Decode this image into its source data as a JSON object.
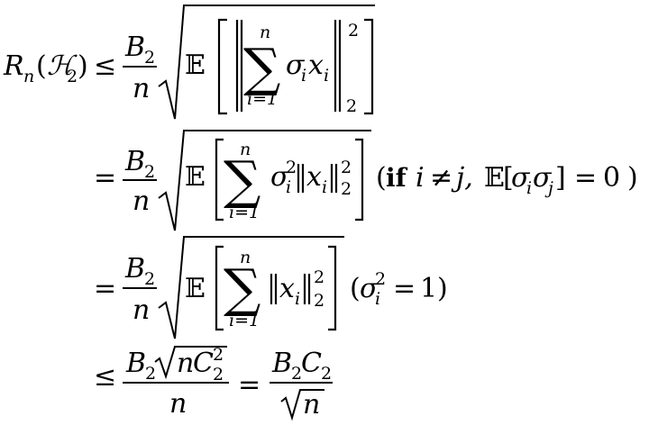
{
  "lhs": {
    "R": "R",
    "n_sub": "n",
    "lparen": "(",
    "H": "ℋ",
    "H_sub": "2",
    "rparen": ")"
  },
  "rel": {
    "leq": "≤",
    "eq": "="
  },
  "frac": {
    "B": "B",
    "B_sub": "2",
    "den": "n"
  },
  "expect": "𝔼",
  "sum": {
    "symbol": "∑",
    "upper": "n",
    "lower": "i=1"
  },
  "sigma": "σ",
  "sub_i": "i",
  "x": "x",
  "sq": "2",
  "two": "2",
  "norm_sub": "2",
  "cond1": {
    "lparen": "(",
    "if": "if",
    "i": "i",
    "neq": "≠",
    "j": "j,",
    "E": "𝔼",
    "lb": "[",
    "sigma1": "σ",
    "s1": "i",
    "sigma2": "σ",
    "s2": "j",
    "rb": "]",
    "eq": "=",
    "zero": "0",
    "rparen": ")"
  },
  "cond2": {
    "lparen": "(",
    "sigma": "σ",
    "sup": "2",
    "sub": "i",
    "eq": "=",
    "one": "1",
    "rparen": ")"
  },
  "last": {
    "B": "B",
    "B_sub": "2",
    "n": "n",
    "C": "C",
    "C_sup": "2",
    "C_sub": "2",
    "den": "n",
    "eq": "=",
    "B2": "B",
    "B2_sub": "2",
    "C2": "C",
    "C2_sub": "2",
    "den2": "n"
  }
}
